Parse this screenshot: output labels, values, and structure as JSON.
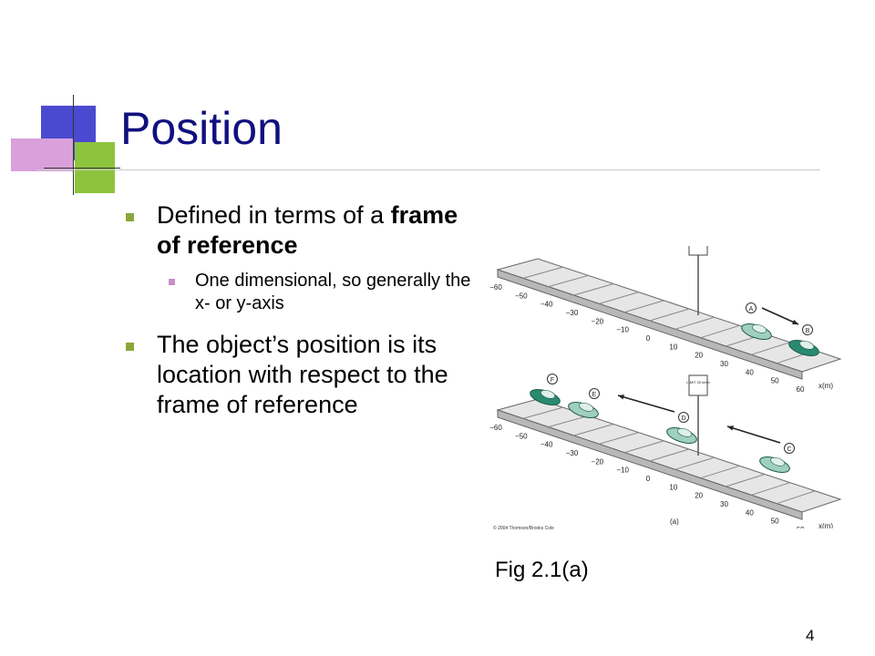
{
  "slide": {
    "title": "Position",
    "bullets": [
      {
        "prefix": "Defined in terms of a ",
        "bold": "frame of reference"
      },
      {
        "text": "One dimensional, so generally the x- or y-axis"
      },
      {
        "text": "The object’s position is its location with respect to the frame of reference"
      }
    ],
    "figure_caption": "Fig 2.1(a)",
    "page_number": "4"
  },
  "figure": {
    "track_labels": [
      "−60",
      "−50",
      "−40",
      "−30",
      "−20",
      "−10",
      "0",
      "10",
      "20",
      "30",
      "40",
      "50",
      "60"
    ],
    "axis_label": "x(m)",
    "sign_text": "LIMIT 30 km/h",
    "points_top": [
      "A",
      "B"
    ],
    "points_bottom": [
      "F",
      "E",
      "D",
      "C"
    ],
    "panel_label": "(a)",
    "credit": "© 2004 Thomson/Brooks Cole"
  },
  "colors": {
    "title": "#101080",
    "bullet_level1": "#8aa83a",
    "bullet_level2": "#c790c8",
    "deco_blue": "#4a4ad0",
    "deco_pink": "#d9a0d9",
    "deco_green": "#8dc43d",
    "car_dark": "#2a8a70",
    "car_light": "#9fcfc0"
  }
}
